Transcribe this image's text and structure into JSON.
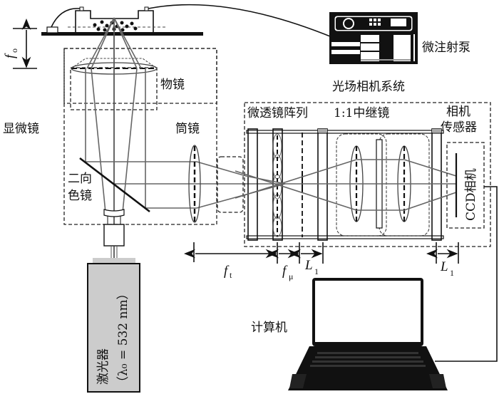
{
  "diagram": {
    "title": "光场相机系统",
    "labels": {
      "microscope": "显微镜",
      "objective": "物镜",
      "tube_lens": "筒镜",
      "dichroic_line1": "二向",
      "dichroic_line2": "色镜",
      "micro_pump": "微注射泵",
      "light_field_system": "光场相机系统",
      "microlens_array": "微透镜阵列",
      "relay_lens": "1:1中继镜",
      "camera_sensor_line1": "相机",
      "camera_sensor_line2": "传感器",
      "ccd_camera": "CCD相机",
      "laser_line1": "激光器",
      "laser_line2": "（λ₀ = 532 nm）",
      "computer": "计算机"
    },
    "dimensions": {
      "objective_focal": {
        "symbol": "f",
        "subscript": "o"
      },
      "tube_focal": {
        "symbol": "f",
        "subscript": "t"
      },
      "microlens_focal": {
        "symbol": "f",
        "subscript": "μ"
      },
      "relay_distance_1": {
        "symbol": "L",
        "subscript": "1"
      },
      "relay_distance_2": {
        "symbol": "L",
        "subscript": "1"
      }
    },
    "colors": {
      "ink": "#111111",
      "ray": "#666666",
      "laser_body": "#cccccc",
      "background": "#ffffff"
    }
  }
}
